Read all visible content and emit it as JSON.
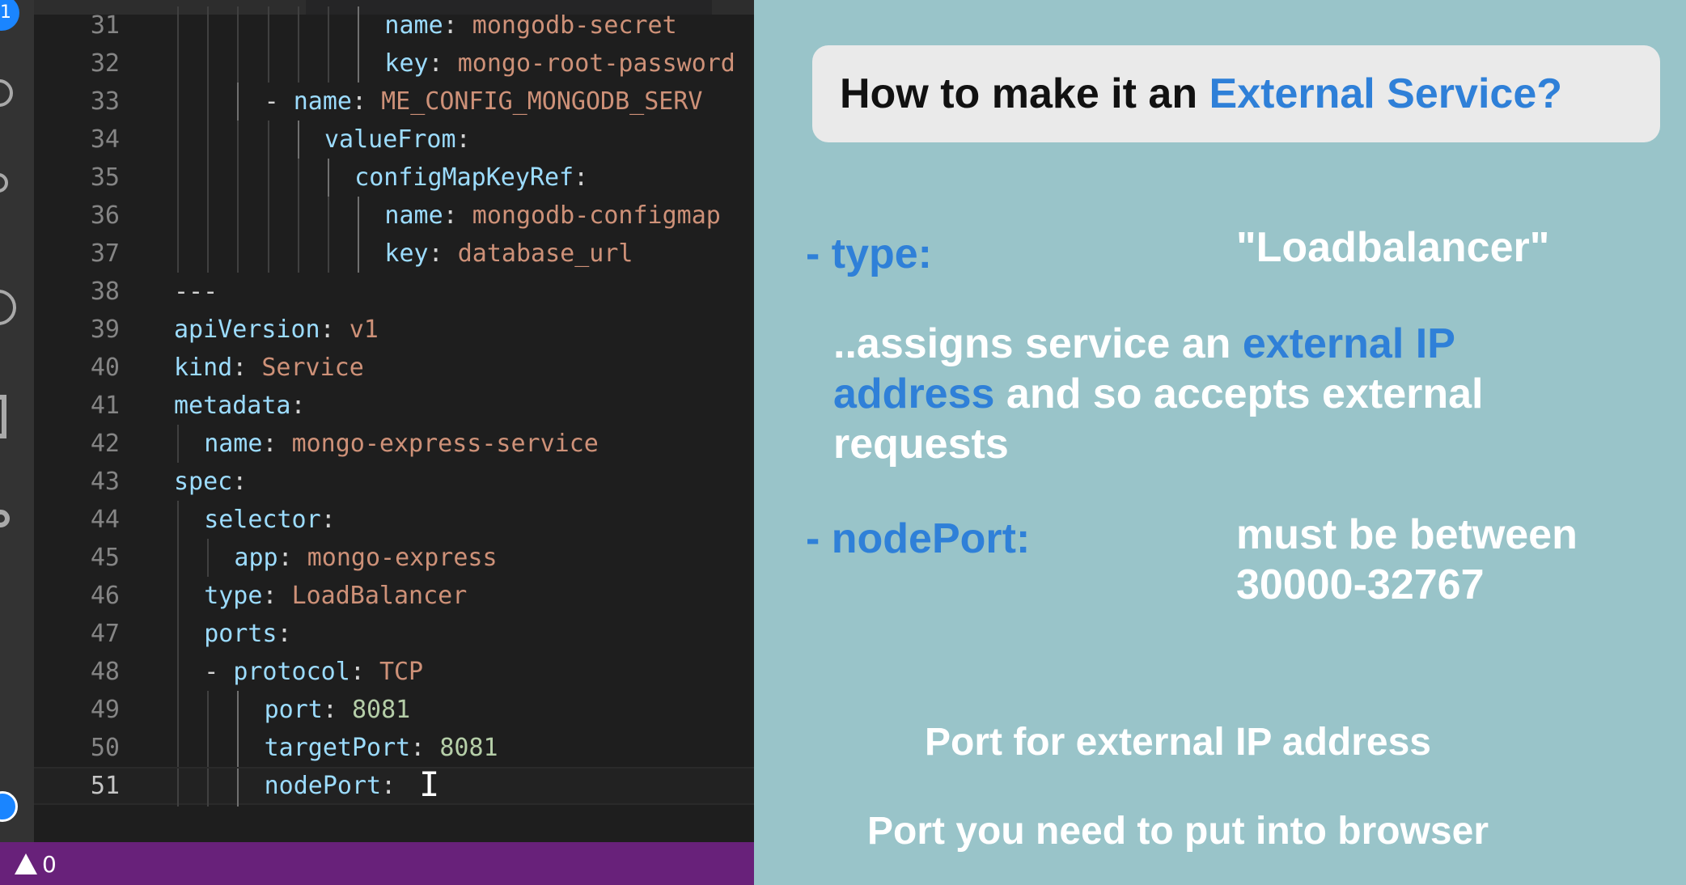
{
  "activity_bar": {
    "badge": "1",
    "icons": [
      "source-control-icon",
      "debug-icon",
      "account-icon",
      "extensions-icon",
      "remote-icon",
      "timeline-icon"
    ]
  },
  "editor": {
    "lines": [
      {
        "n": "31",
        "indent": 7,
        "dash": false,
        "key": "name",
        "value": "mongodb-secret",
        "vtype": "str"
      },
      {
        "n": "32",
        "indent": 7,
        "dash": false,
        "key": "key",
        "value": "mongo-root-password",
        "vtype": "str"
      },
      {
        "n": "33",
        "indent": 4,
        "dash": true,
        "key": "name",
        "value": "ME_CONFIG_MONGODB_SERV",
        "vtype": "str"
      },
      {
        "n": "34",
        "indent": 5,
        "dash": false,
        "key": "valueFrom",
        "value": "",
        "vtype": "none"
      },
      {
        "n": "35",
        "indent": 6,
        "dash": false,
        "key": "configMapKeyRef",
        "value": "",
        "vtype": "none"
      },
      {
        "n": "36",
        "indent": 7,
        "dash": false,
        "key": "name",
        "value": "mongodb-configmap",
        "vtype": "str"
      },
      {
        "n": "37",
        "indent": 7,
        "dash": false,
        "key": "key",
        "value": "database_url",
        "vtype": "str"
      },
      {
        "n": "38",
        "indent": 0,
        "dash": false,
        "key": "",
        "value": "---",
        "vtype": "plain"
      },
      {
        "n": "39",
        "indent": 0,
        "dash": false,
        "key": "apiVersion",
        "value": "v1",
        "vtype": "str"
      },
      {
        "n": "40",
        "indent": 0,
        "dash": false,
        "key": "kind",
        "value": "Service",
        "vtype": "str"
      },
      {
        "n": "41",
        "indent": 0,
        "dash": false,
        "key": "metadata",
        "value": "",
        "vtype": "none"
      },
      {
        "n": "42",
        "indent": 1,
        "dash": false,
        "key": "name",
        "value": "mongo-express-service",
        "vtype": "str"
      },
      {
        "n": "43",
        "indent": 0,
        "dash": false,
        "key": "spec",
        "value": "",
        "vtype": "none"
      },
      {
        "n": "44",
        "indent": 1,
        "dash": false,
        "key": "selector",
        "value": "",
        "vtype": "none"
      },
      {
        "n": "45",
        "indent": 2,
        "dash": false,
        "key": "app",
        "value": "mongo-express",
        "vtype": "str"
      },
      {
        "n": "46",
        "indent": 1,
        "dash": false,
        "key": "type",
        "value": "LoadBalancer",
        "vtype": "str"
      },
      {
        "n": "47",
        "indent": 1,
        "dash": false,
        "key": "ports",
        "value": "",
        "vtype": "none"
      },
      {
        "n": "48",
        "indent": 2,
        "dash": true,
        "key": "protocol",
        "value": "TCP",
        "vtype": "str"
      },
      {
        "n": "49",
        "indent": 3,
        "dash": false,
        "key": "port",
        "value": "8081",
        "vtype": "num"
      },
      {
        "n": "50",
        "indent": 3,
        "dash": false,
        "key": "targetPort",
        "value": "8081",
        "vtype": "num"
      },
      {
        "n": "51",
        "indent": 3,
        "dash": false,
        "key": "nodePort",
        "value": "",
        "vtype": "none",
        "current": true
      }
    ]
  },
  "statusbar": {
    "warnings": "0"
  },
  "slide": {
    "title_prefix": "How to make it an ",
    "title_accent": "External Service?",
    "type_label": "- type:",
    "type_value": "\"Loadbalancer\"",
    "desc_prefix": "..assigns service an ",
    "desc_accent": "external IP address",
    "desc_suffix": " and so accepts external requests",
    "nodeport_label": "- nodePort:",
    "nodeport_value": "must be between 30000-32767",
    "note1": "Port for external IP address",
    "note2": "Port you need to put into browser"
  },
  "colors": {
    "slide_bg": "#99c4c9",
    "accent_blue": "#2f80d8",
    "statusbar": "#68217a",
    "editor_bg": "#1e1e1e"
  }
}
